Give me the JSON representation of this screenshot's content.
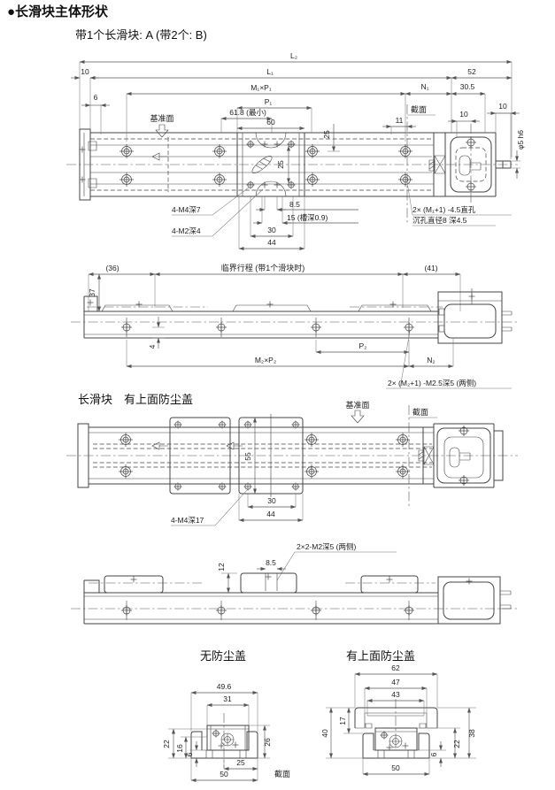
{
  "page": {
    "title": "●长滑块主体形状",
    "subtitle": "带1个长滑块: A (带2个: B)"
  },
  "colors": {
    "line": "#444444",
    "dim_line": "#555555",
    "text": "#222222",
    "background": "#ffffff"
  },
  "d1": {
    "L2": "L₂",
    "n10l": "10",
    "L1": "L₁",
    "n52": "52",
    "M1P1": "M₁×P₁",
    "N1": "N₁",
    "n305": "30.5",
    "P1": "P₁",
    "n618": "61.8 (最小)",
    "n60": "60",
    "n25top": "25",
    "n6": "6",
    "datum": "基准面",
    "section": "截面",
    "n11": "11",
    "n10m": "10",
    "n10r": "10",
    "n25in": "25",
    "shaft": "φ5 h6",
    "m4": "4-M4深7",
    "m2": "4-M2深4",
    "n85": "8.5",
    "n15": "15 (槽深0.9)",
    "n30": "30",
    "n44": "44",
    "hole1": "2× (M₁+1) -4.5直孔",
    "hole2": "沉孔直径8 深4.5"
  },
  "d2": {
    "n36": "(36)",
    "stroke": "临界行程 (带1个滑块时)",
    "n41": "(41)",
    "n37": "37",
    "n4": "4",
    "P2": "P₂",
    "M2P2": "M₂×P₂",
    "N2": "N₂",
    "holes": "2× (M₂+1) -M2.5深5 (两侧)"
  },
  "d3": {
    "heading": "长滑块　有上面防尘盖",
    "datum": "基准面",
    "section": "截面",
    "n55": "55",
    "n30": "30",
    "n44": "44",
    "m4": "4-M4深17"
  },
  "d4": {
    "holes": "2×2-M2深5 (两侧)",
    "n12": "12",
    "n85": "8.5"
  },
  "cs1": {
    "title": "无防尘盖",
    "n496": "49.6",
    "n31": "31",
    "n22": "22",
    "n16": "16",
    "n6": "6",
    "n26": "26",
    "n25": "25",
    "n50": "50"
  },
  "cs2": {
    "title": "有上面防尘盖",
    "n62": "62",
    "n47": "47",
    "n43": "43",
    "n17": "17",
    "n40": "40",
    "n38": "38",
    "n22": "22",
    "n6": "6",
    "n50": "50"
  },
  "footer": {
    "section": "截面"
  }
}
